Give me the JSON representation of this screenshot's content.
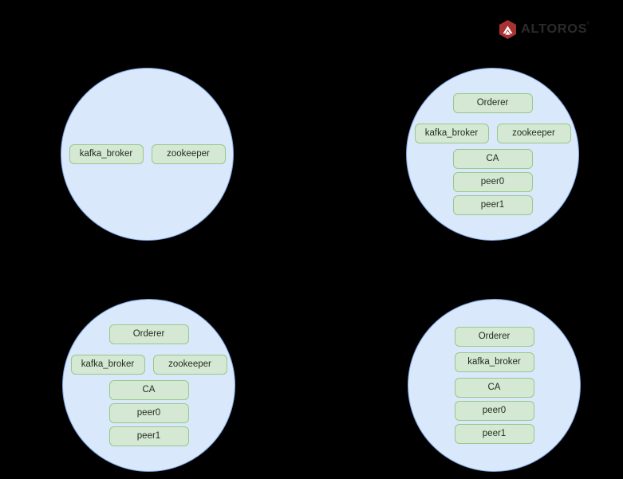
{
  "background_color": "#000000",
  "palette": {
    "circle_fill": "#dae8fc",
    "circle_stroke": "#7ea6e0",
    "box_fill": "#d5e8d4",
    "box_stroke": "#97c987",
    "text": "#1f2d1c",
    "logo_red": "#a83232",
    "logo_text": "#2b2b2b"
  },
  "logo": {
    "icon_name": "altoros-hexagon-icon",
    "wordmark": "ALTOROS",
    "registered_mark": "®"
  },
  "nodes": [
    {
      "id": "node-top-left",
      "position": "top-left",
      "rows": [
        {
          "type": "pair",
          "items": [
            "kafka_broker",
            "zookeeper"
          ]
        }
      ]
    },
    {
      "id": "node-top-right",
      "position": "top-right",
      "rows": [
        {
          "type": "single",
          "items": [
            "Orderer"
          ]
        },
        {
          "type": "pair",
          "items": [
            "kafka_broker",
            "zookeeper"
          ]
        },
        {
          "type": "single",
          "items": [
            "CA"
          ]
        },
        {
          "type": "single",
          "items": [
            "peer0"
          ]
        },
        {
          "type": "single",
          "items": [
            "peer1"
          ]
        }
      ]
    },
    {
      "id": "node-bottom-left",
      "position": "bottom-left",
      "rows": [
        {
          "type": "single",
          "items": [
            "Orderer"
          ]
        },
        {
          "type": "pair",
          "items": [
            "kafka_broker",
            "zookeeper"
          ]
        },
        {
          "type": "single",
          "items": [
            "CA"
          ]
        },
        {
          "type": "single",
          "items": [
            "peer0"
          ]
        },
        {
          "type": "single",
          "items": [
            "peer1"
          ]
        }
      ]
    },
    {
      "id": "node-bottom-right",
      "position": "bottom-right",
      "rows": [
        {
          "type": "single",
          "items": [
            "Orderer"
          ]
        },
        {
          "type": "single",
          "items": [
            "kafka_broker"
          ]
        },
        {
          "type": "single",
          "items": [
            "CA"
          ]
        },
        {
          "type": "single",
          "items": [
            "peer0"
          ]
        },
        {
          "type": "single",
          "items": [
            "peer1"
          ]
        }
      ]
    }
  ]
}
